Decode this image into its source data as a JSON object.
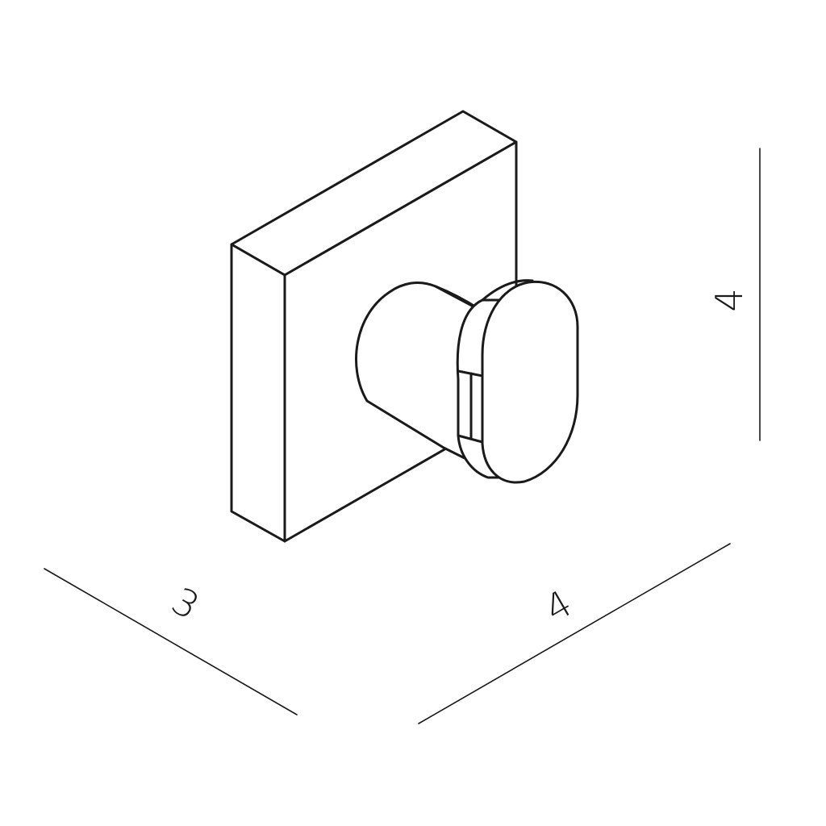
{
  "dimensions": {
    "depth_label": "3",
    "width_label": "4",
    "height_label": "4"
  },
  "colors": {
    "line": "#1a1a1a",
    "background": "#ffffff"
  }
}
